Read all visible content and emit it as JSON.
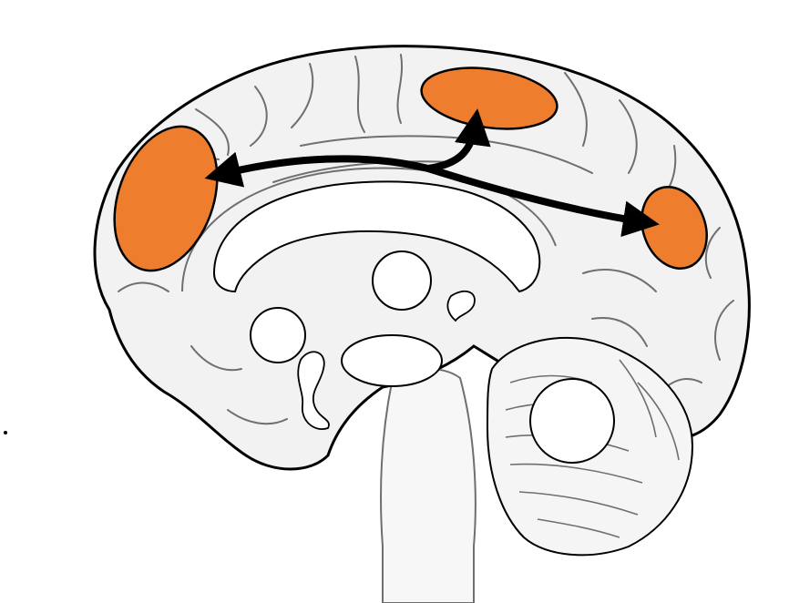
{
  "diagram": {
    "colors": {
      "region_fill": "#ef7d2e",
      "marker_fill": "#ffffff",
      "outline": "#000000",
      "brain_fill": "#f2f2f2",
      "gyri_line": "#6f6f6f"
    },
    "highlighted_regions": [
      {
        "name": "medial-prefrontal-cortex"
      },
      {
        "name": "anterior-cingulate-cortex"
      },
      {
        "name": "posterior-cingulate-precuneus"
      }
    ],
    "connections": [
      {
        "name": "arrow-to-frontal",
        "type": "double-headed-arrow-left"
      },
      {
        "name": "arrow-to-dorsal",
        "type": "arrow-up"
      },
      {
        "name": "arrow-to-posterior",
        "type": "arrow-right"
      }
    ],
    "blank_markers": [
      {
        "name": "amygdala-marker",
        "shape": "circle"
      },
      {
        "name": "thalamus-marker",
        "shape": "circle"
      },
      {
        "name": "hypothalamus-marker",
        "shape": "ellipse"
      },
      {
        "name": "cerebellum-marker",
        "shape": "circle"
      }
    ]
  }
}
